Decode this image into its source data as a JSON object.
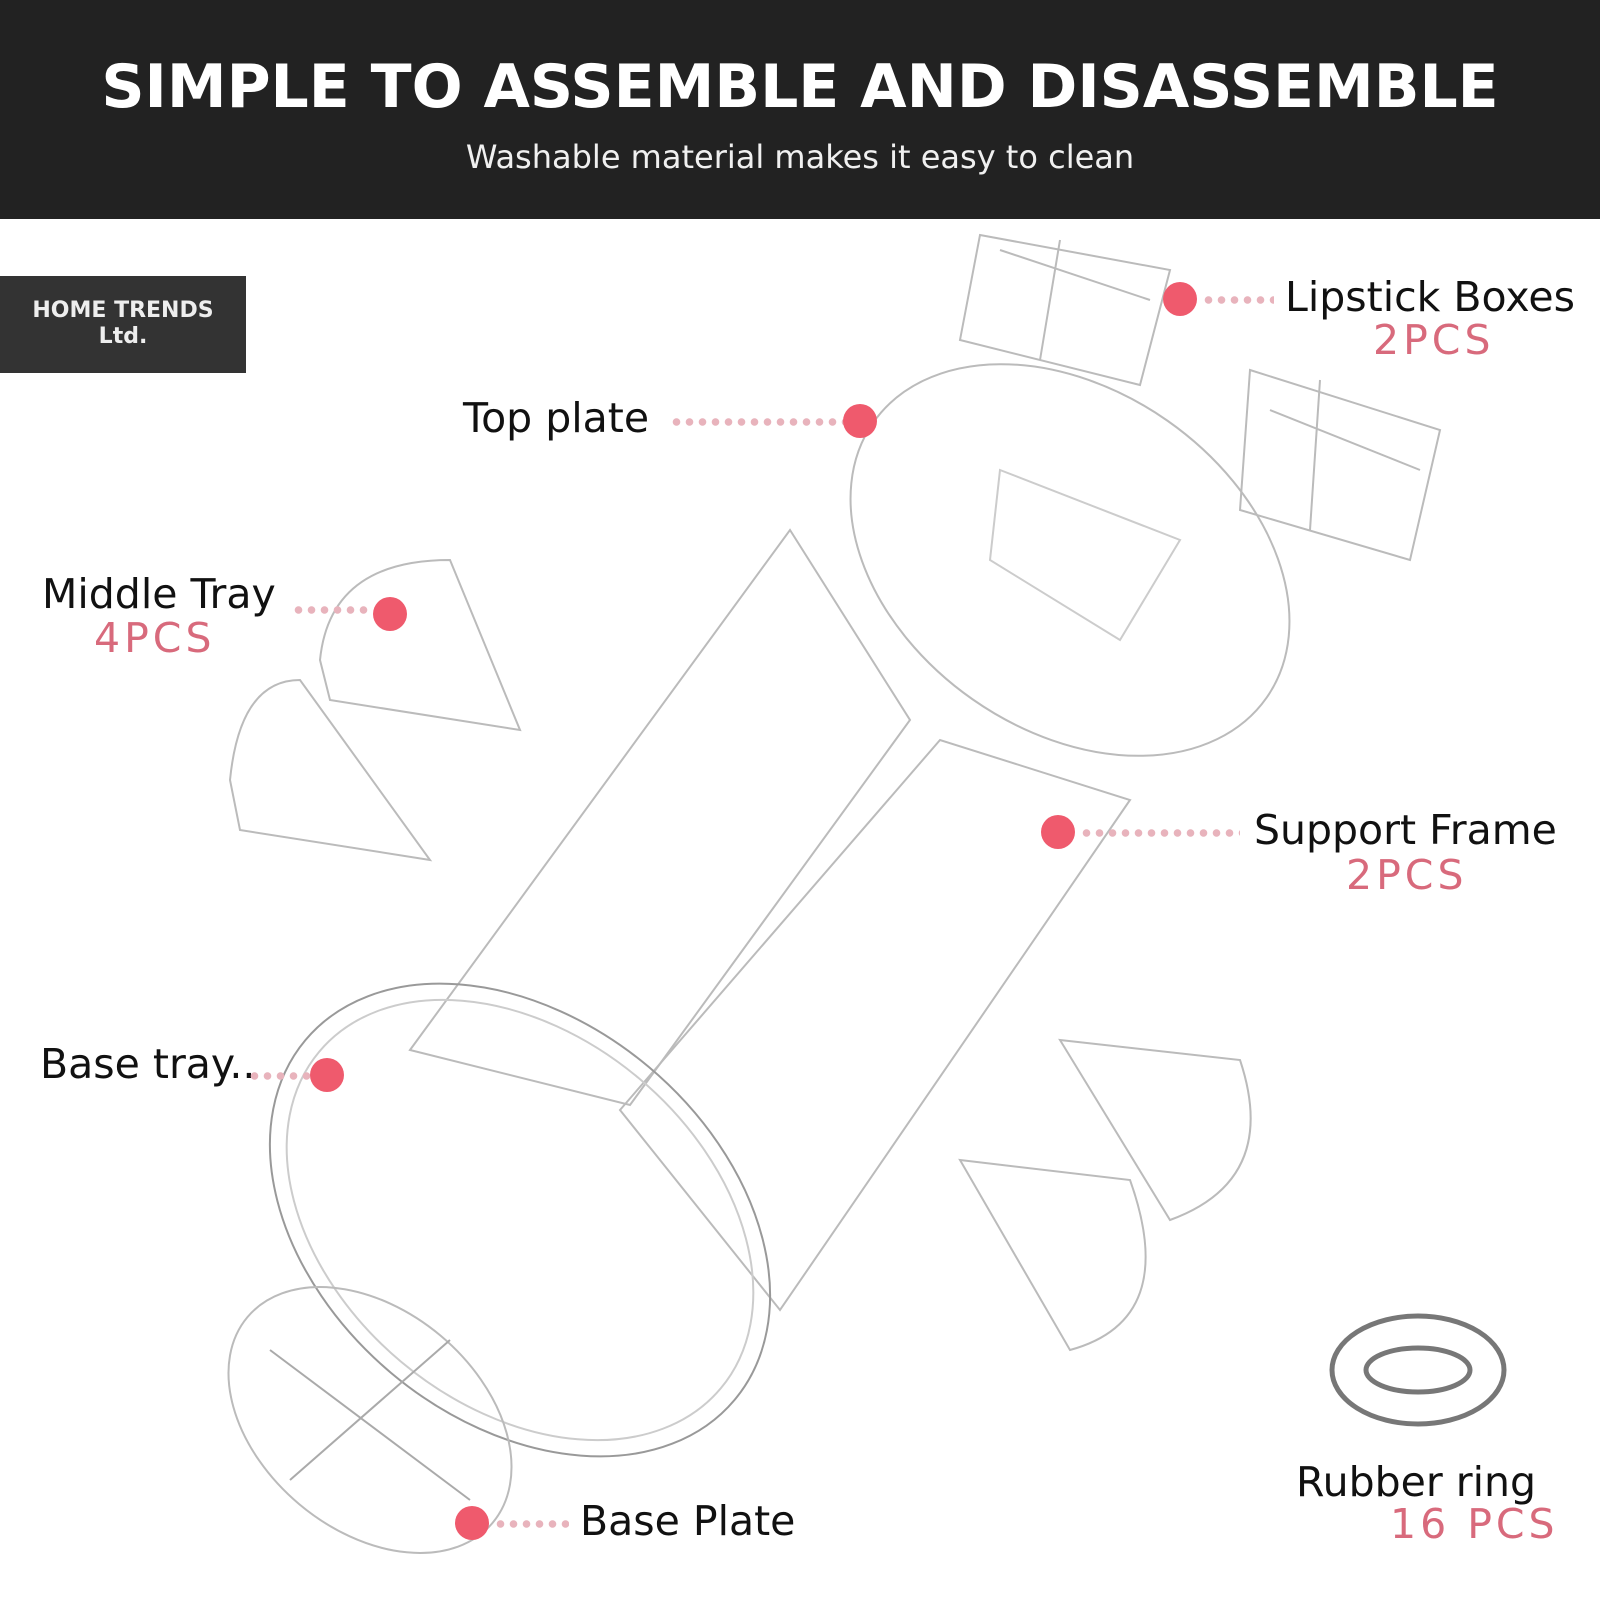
{
  "header": {
    "title": "SIMPLE TO ASSEMBLE AND DISASSEMBLE",
    "subtitle": "Washable material makes it easy to clean"
  },
  "badge": {
    "line1": "HOME TRENDS",
    "line2": "Ltd."
  },
  "parts": [
    {
      "label": "Lipstick Boxes",
      "count": "2PCS"
    },
    {
      "label": "Top plate"
    },
    {
      "label": "Middle Tray",
      "count": "4PCS"
    },
    {
      "label": "Support Frame",
      "count": "2PCS"
    },
    {
      "label": "Base tray.."
    },
    {
      "label": "Base Plate"
    },
    {
      "label": "Rubber ring",
      "count": "16 PCS"
    }
  ],
  "colors": {
    "header_bg": "#222222",
    "accent_dot": "#ef5a6d",
    "count_text": "#d86a7c"
  }
}
